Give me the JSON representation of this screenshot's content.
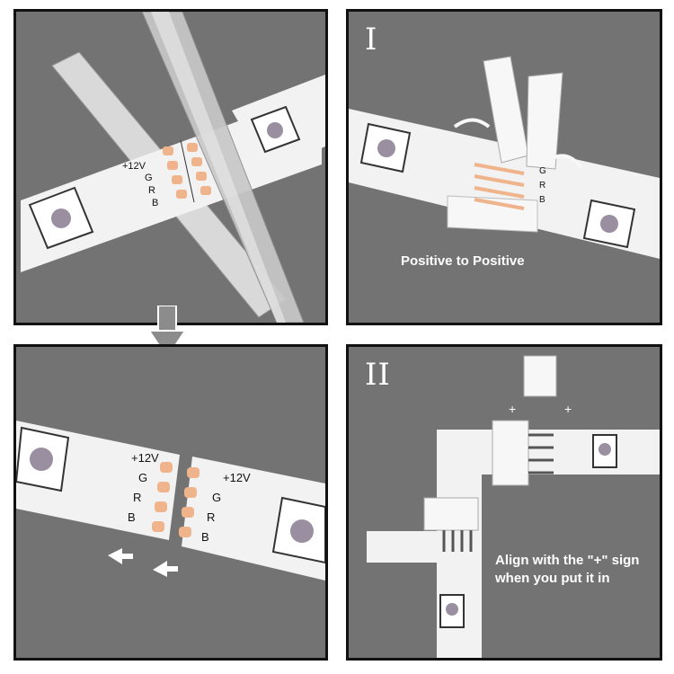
{
  "steps": {
    "step1": {
      "numeral": "I",
      "caption": "Positive to Positive"
    },
    "step2": {
      "numeral": "II",
      "caption": "Align with the \"+\" sign\nwhen you put it in"
    }
  },
  "strip_labels": {
    "v12": "+12V",
    "g": "G",
    "r": "R",
    "b": "B",
    "plus": "+"
  },
  "colors": {
    "panel_bg": "#737373",
    "strip": "#f2f2f2",
    "pad": "#f0b48c",
    "connector": "#f7f7f7",
    "border": "#111111"
  }
}
